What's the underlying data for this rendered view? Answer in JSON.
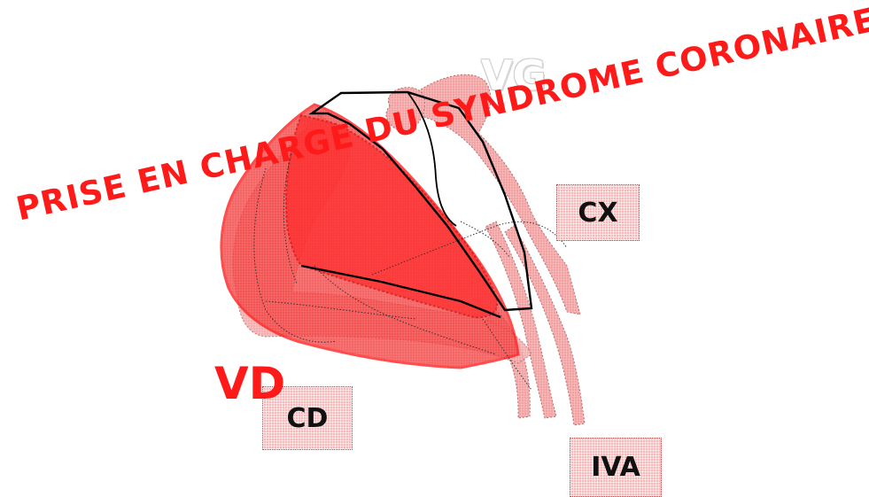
{
  "title": "PRISE EN CHARGE DU SYNDROME CORONAIRE AIGU",
  "labels": {
    "vg": "VG",
    "vd": "VD",
    "cx": "CX",
    "cd": "CD",
    "iva": "IVA"
  },
  "colors": {
    "accent": "#ff1a1a",
    "territory_fill": "#ff2a2a",
    "vessel_fill": "#f4b4b4",
    "label_box": "#f6b8b8",
    "outline": "#000000"
  }
}
